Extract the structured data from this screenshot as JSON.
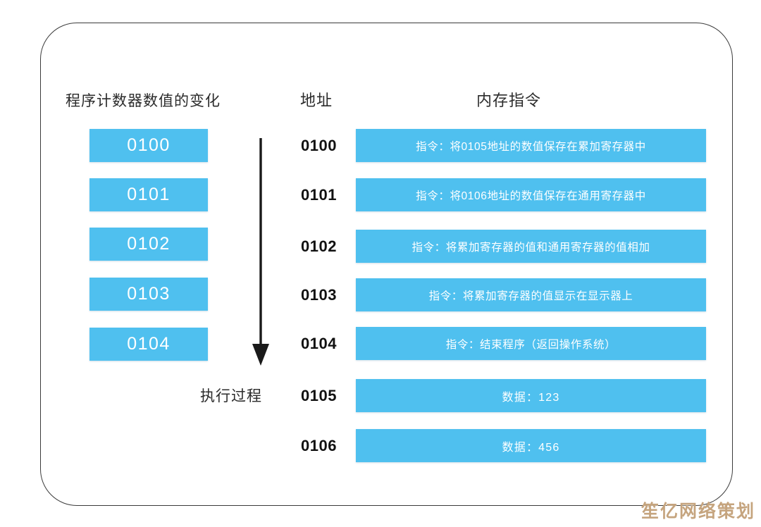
{
  "figure": {
    "background_color": "#ffffff",
    "frame_border_color": "#3b3b3b",
    "accent_color": "#4fc0ef",
    "address_text_color": "#111111",
    "watermark_color": "#c5a47e"
  },
  "headers": {
    "program_counter": "程序计数器数值的变化",
    "address": "地址",
    "memory_instruction": "内存指令"
  },
  "program_counter_boxes": [
    {
      "value": "0100"
    },
    {
      "value": "0101"
    },
    {
      "value": "0102"
    },
    {
      "value": "0103"
    },
    {
      "value": "0104"
    }
  ],
  "flow": {
    "arrow_direction": "down",
    "arrow_label": "执行过程"
  },
  "memory_rows": [
    {
      "address": "0100",
      "content": "指令：将0105地址的数值保存在累加寄存器中",
      "kind": "instruction"
    },
    {
      "address": "0101",
      "content": "指令：将0106地址的数值保存在通用寄存器中",
      "kind": "instruction"
    },
    {
      "address": "0102",
      "content": "指令：将累加寄存器的值和通用寄存器的值相加",
      "kind": "instruction"
    },
    {
      "address": "0103",
      "content": "指令：将累加寄存器的值显示在显示器上",
      "kind": "instruction"
    },
    {
      "address": "0104",
      "content": "指令：结束程序（返回操作系统）",
      "kind": "instruction"
    },
    {
      "address": "0105",
      "content": "数据：123",
      "kind": "data"
    },
    {
      "address": "0106",
      "content": "数据：456",
      "kind": "data"
    }
  ],
  "watermark": {
    "text": "笙亿网络策划"
  }
}
